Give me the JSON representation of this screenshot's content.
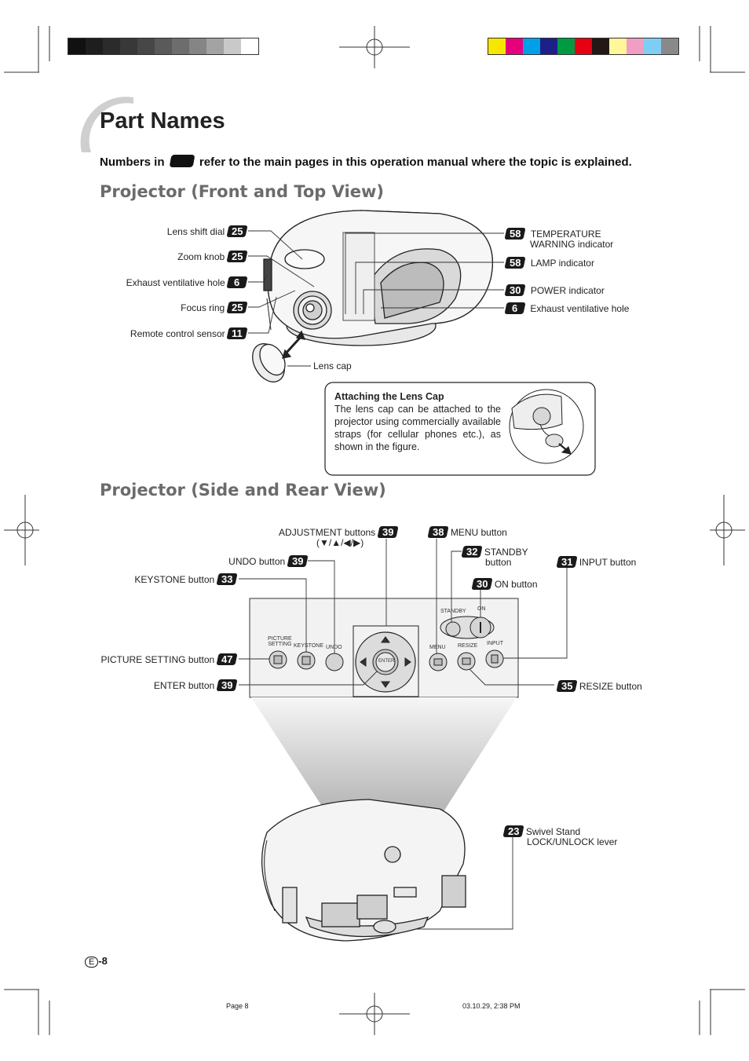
{
  "colors": {
    "swatches_gray": [
      "#111111",
      "#1e1e1e",
      "#2b2b2b",
      "#383838",
      "#474747",
      "#5a5a5a",
      "#6d6d6d",
      "#858585",
      "#a3a3a3",
      "#c9c9c9",
      "#ffffff"
    ],
    "swatches_color": [
      "#f7e600",
      "#e6007e",
      "#00a0e9",
      "#1d2088",
      "#009944",
      "#e60012",
      "#231815",
      "#fff799",
      "#f19ec2",
      "#7ecef4",
      "#898989"
    ]
  },
  "title": "Part Names",
  "intro": {
    "before": "Numbers in",
    "after": "refer to the main pages in this operation manual where the topic is explained."
  },
  "front": {
    "heading": "Projector (Front and Top View)",
    "left": [
      {
        "label": "Lens shift dial",
        "page": "25"
      },
      {
        "label": "Zoom knob",
        "page": "25"
      },
      {
        "label": "Exhaust ventilative hole",
        "page": "6"
      },
      {
        "label": "Focus ring",
        "page": "25"
      },
      {
        "label": "Remote control sensor",
        "page": "11"
      }
    ],
    "right": [
      {
        "label": "TEMPERATURE",
        "label2": "WARNING indicator",
        "page": "58"
      },
      {
        "label": "LAMP indicator",
        "page": "58"
      },
      {
        "label": "POWER indicator",
        "page": "30"
      },
      {
        "label": "Exhaust ventilative hole",
        "page": "6"
      }
    ],
    "lens_cap": "Lens cap"
  },
  "attach_box": {
    "title": "Attaching the Lens Cap",
    "body": "The lens cap can be attached to the projector using commercially available straps (for cellular phones etc.), as shown in the figure."
  },
  "side": {
    "heading": "Projector (Side and Rear View)",
    "adjustment": {
      "label": "ADJUSTMENT buttons",
      "label2": "(▼/▲/◀/▶)",
      "page": "39"
    },
    "undo": {
      "label": "UNDO button",
      "page": "39"
    },
    "keystone": {
      "label": "KEYSTONE button",
      "page": "33"
    },
    "picture": {
      "label": "PICTURE SETTING button",
      "page": "47"
    },
    "enter": {
      "label": "ENTER button",
      "page": "39"
    },
    "menu": {
      "label": "MENU button",
      "page": "38"
    },
    "standby": {
      "label": "STANDBY",
      "label2": "button",
      "page": "32"
    },
    "on": {
      "label": "ON button",
      "page": "30"
    },
    "input": {
      "label": "INPUT button",
      "page": "31"
    },
    "resize": {
      "label": "RESIZE button",
      "page": "35"
    },
    "swivel": {
      "label": "Swivel Stand",
      "label2": "LOCK/UNLOCK lever",
      "page": "23"
    },
    "panel": {
      "picture": "PICTURE",
      "setting": "SETTING",
      "keystone": "KEYSTONE",
      "undo": "UNDO",
      "menu": "MENU",
      "resize": "RESIZE",
      "input": "INPUT",
      "standby": "STANDBY",
      "on": "ON",
      "enter": "ENTER"
    }
  },
  "footer": {
    "page_letter": "E",
    "page_num": "-8",
    "print_page": "Page 8",
    "print_date": "03.10.29, 2:38 PM"
  }
}
